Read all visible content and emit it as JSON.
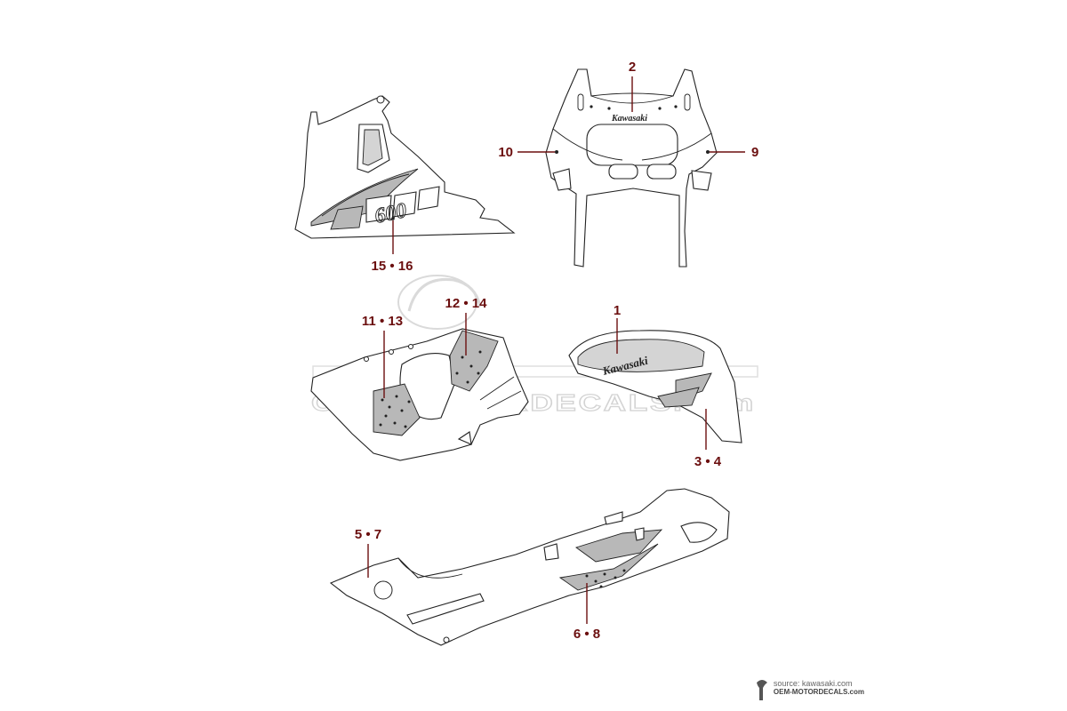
{
  "diagram": {
    "callouts": [
      {
        "id": "c2",
        "label": "2"
      },
      {
        "id": "c10",
        "label": "10"
      },
      {
        "id": "c9",
        "label": "9"
      },
      {
        "id": "c15",
        "label": "15 • 16"
      },
      {
        "id": "c11",
        "label": "11 • 13"
      },
      {
        "id": "c12",
        "label": "12 • 14"
      },
      {
        "id": "c1",
        "label": "1"
      },
      {
        "id": "c3",
        "label": "3 • 4"
      },
      {
        "id": "c5",
        "label": "5 • 7"
      },
      {
        "id": "c6",
        "label": "6 • 8"
      }
    ],
    "part_lettering": {
      "upper_cowl": "Kawasaki",
      "tank_panel": "Kawasaki",
      "side_number": "600"
    }
  },
  "watermark": {
    "text": "OEM-MOTORDECALS.com"
  },
  "credit": {
    "source": "source: kawasaki.com",
    "site": "OEM-MOTORDECALS.com"
  },
  "colors": {
    "callout": "#6b0f0f",
    "line": "#222222",
    "shade": "#b8b8b8"
  }
}
